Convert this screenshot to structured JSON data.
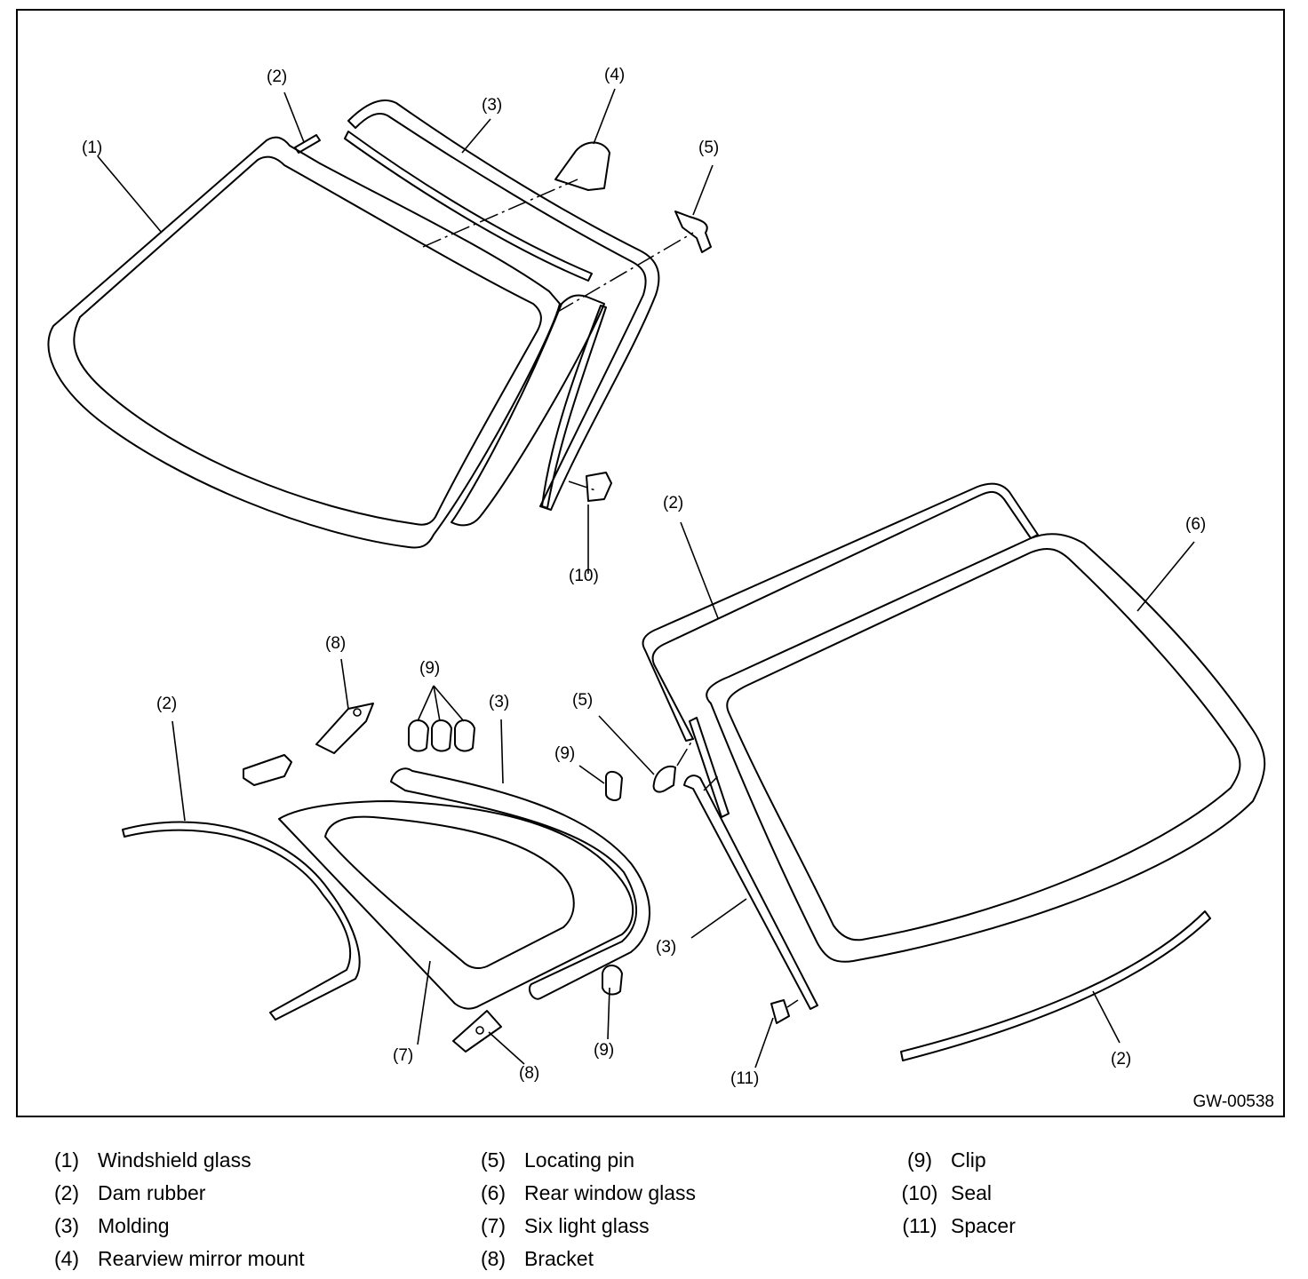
{
  "figure_id": "GW-00538",
  "callouts": [
    "(1)",
    "(2)",
    "(3)",
    "(4)",
    "(5)",
    "(6)",
    "(7)",
    "(8)",
    "(9)",
    "(10)",
    "(11)"
  ],
  "legend": [
    {
      "num": "(1)",
      "name": "Windshield glass"
    },
    {
      "num": "(2)",
      "name": "Dam rubber"
    },
    {
      "num": "(3)",
      "name": "Molding"
    },
    {
      "num": "(4)",
      "name": "Rearview mirror mount"
    },
    {
      "num": "(5)",
      "name": "Locating pin"
    },
    {
      "num": "(6)",
      "name": "Rear window glass"
    },
    {
      "num": "(7)",
      "name": "Six light glass"
    },
    {
      "num": "(8)",
      "name": "Bracket"
    },
    {
      "num": "(9)",
      "name": "Clip"
    },
    {
      "num": "(10)",
      "name": "Seal"
    },
    {
      "num": "(11)",
      "name": "Spacer"
    }
  ]
}
